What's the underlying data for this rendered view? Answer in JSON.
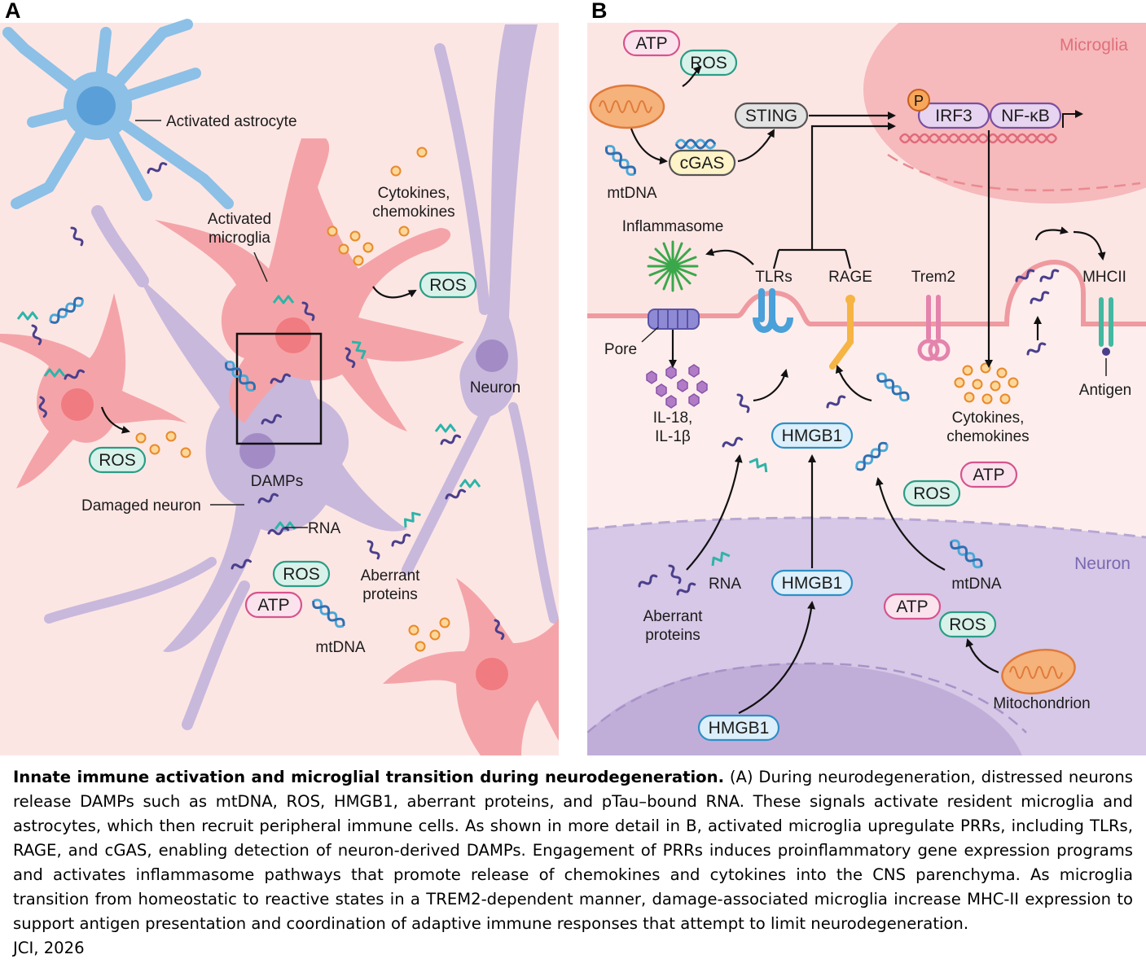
{
  "panels": {
    "a": {
      "letter": "A",
      "labels": {
        "activated_astrocyte": "Activated astrocyte",
        "activated_microglia_1": "Activated",
        "activated_microglia_2": "microglia",
        "cytokines_1": "Cytokines,",
        "cytokines_2": "chemokines",
        "ros_1": "ROS",
        "ros_2": "ROS",
        "ros_3": "ROS",
        "neuron": "Neuron",
        "damps": "DAMPs",
        "damaged_neuron": "Damaged neuron",
        "rna": "RNA",
        "aberrant_1": "Aberrant",
        "aberrant_2": "proteins",
        "atp": "ATP",
        "mtdna": "mtDNA"
      }
    },
    "b": {
      "letter": "B",
      "labels": {
        "microglia": "Microglia",
        "neuron": "Neuron",
        "atp_top": "ATP",
        "ros_top": "ROS",
        "sting": "STING",
        "p": "P",
        "irf3": "IRF3",
        "nfkb": "NF-κB",
        "cgas": "cGAS",
        "mtdna_top": "mtDNA",
        "inflammasome": "Inflammasome",
        "tlrs": "TLRs",
        "rage": "RAGE",
        "trem2": "Trem2",
        "mhcii": "MHCII",
        "pore": "Pore",
        "il_1": "IL-18,",
        "il_2": "IL-1β",
        "hmgb1_mid": "HMGB1",
        "cytokines_1": "Cytokines,",
        "cytokines_2": "chemokines",
        "antigen": "Antigen",
        "atp_mid": "ATP",
        "ros_mid": "ROS",
        "rna": "RNA",
        "hmgb1_low": "HMGB1",
        "mtdna_low": "mtDNA",
        "aberrant_1": "Aberrant",
        "aberrant_2": "proteins",
        "atp_low": "ATP",
        "ros_low": "ROS",
        "mitochondrion": "Mitochondrion",
        "hmgb1_bottom": "HMGB1"
      }
    }
  },
  "colors": {
    "panel_bg": "#fce6e4",
    "microglia": "#f4a4a8",
    "microglia_nucleus": "#f07b80",
    "astrocyte": "#8cc0e6",
    "astrocyte_nucleus": "#5b9fd8",
    "neuron": "#c8b8dc",
    "neuron_nucleus": "#a38cc6",
    "neuron_b": "#d6c8e6",
    "pill_green_fill": "#d8f2ea",
    "pill_green_stroke": "#2a9d86",
    "pill_pink_fill": "#fbe3ee",
    "pill_pink_stroke": "#d6548e",
    "pill_blue_fill": "#dceffa",
    "pill_blue_stroke": "#2d8fc7",
    "pill_grey_fill": "#e3e3e3",
    "pill_grey_stroke": "#555555",
    "dna": "#4aa8d8",
    "rna": "#2fb3a8",
    "protein": "#4a3f8c",
    "cytokine_fill": "#fcd79a",
    "cytokine_stroke": "#e88a2a",
    "il_dots": "#b07cc6"
  },
  "caption": {
    "title": "Innate immune activation and microglial transition during neurodegeneration.",
    "body": " (A) During neurodegeneration, distressed neurons release DAMPs such as mtDNA, ROS, HMGB1, aberrant proteins, and pTau–bound RNA. These signals activate resident microglia and astrocytes, which then recruit peripheral immune cells. As shown in more detail in B, activated microglia upregulate PRRs, including TLRs, RAGE, and cGAS, enabling detection of neuron-derived DAMPs. Engagement of PRRs induces proinflammatory gene expression programs and activates inflammasome pathways that promote release of chemokines and cytokines into the CNS parenchyma. As microglia transition from homeostatic to reactive states in a TREM2-dependent manner, damage-associated microglia increase MHC-II expression to support antigen presentation and coordination of adaptive immune responses that attempt to limit neurodegeneration.",
    "credit": "JCI, 2026"
  }
}
